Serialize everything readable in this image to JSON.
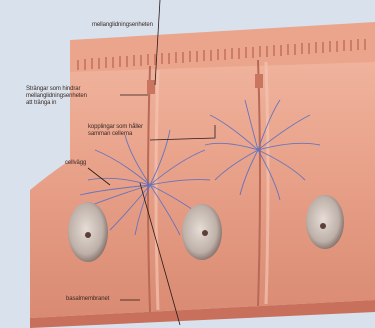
{
  "labels": {
    "microvilli": "mellanglidningsenheten",
    "holding_strings": "Strängar som hindrar\nmellanglidningsenheten\natt tränga in",
    "cell_junctions": "kopplingar som håller\nsamman cellerna",
    "cell_membrane": "cellvägg",
    "basement_membrane": "basalmembranet"
  },
  "colors": {
    "background": "#d9e2ec",
    "tissue": "#e9a089",
    "tissue_dark": "#c9705c",
    "filament": "#5a6fc0",
    "nucleus": "#b8aaa2"
  }
}
